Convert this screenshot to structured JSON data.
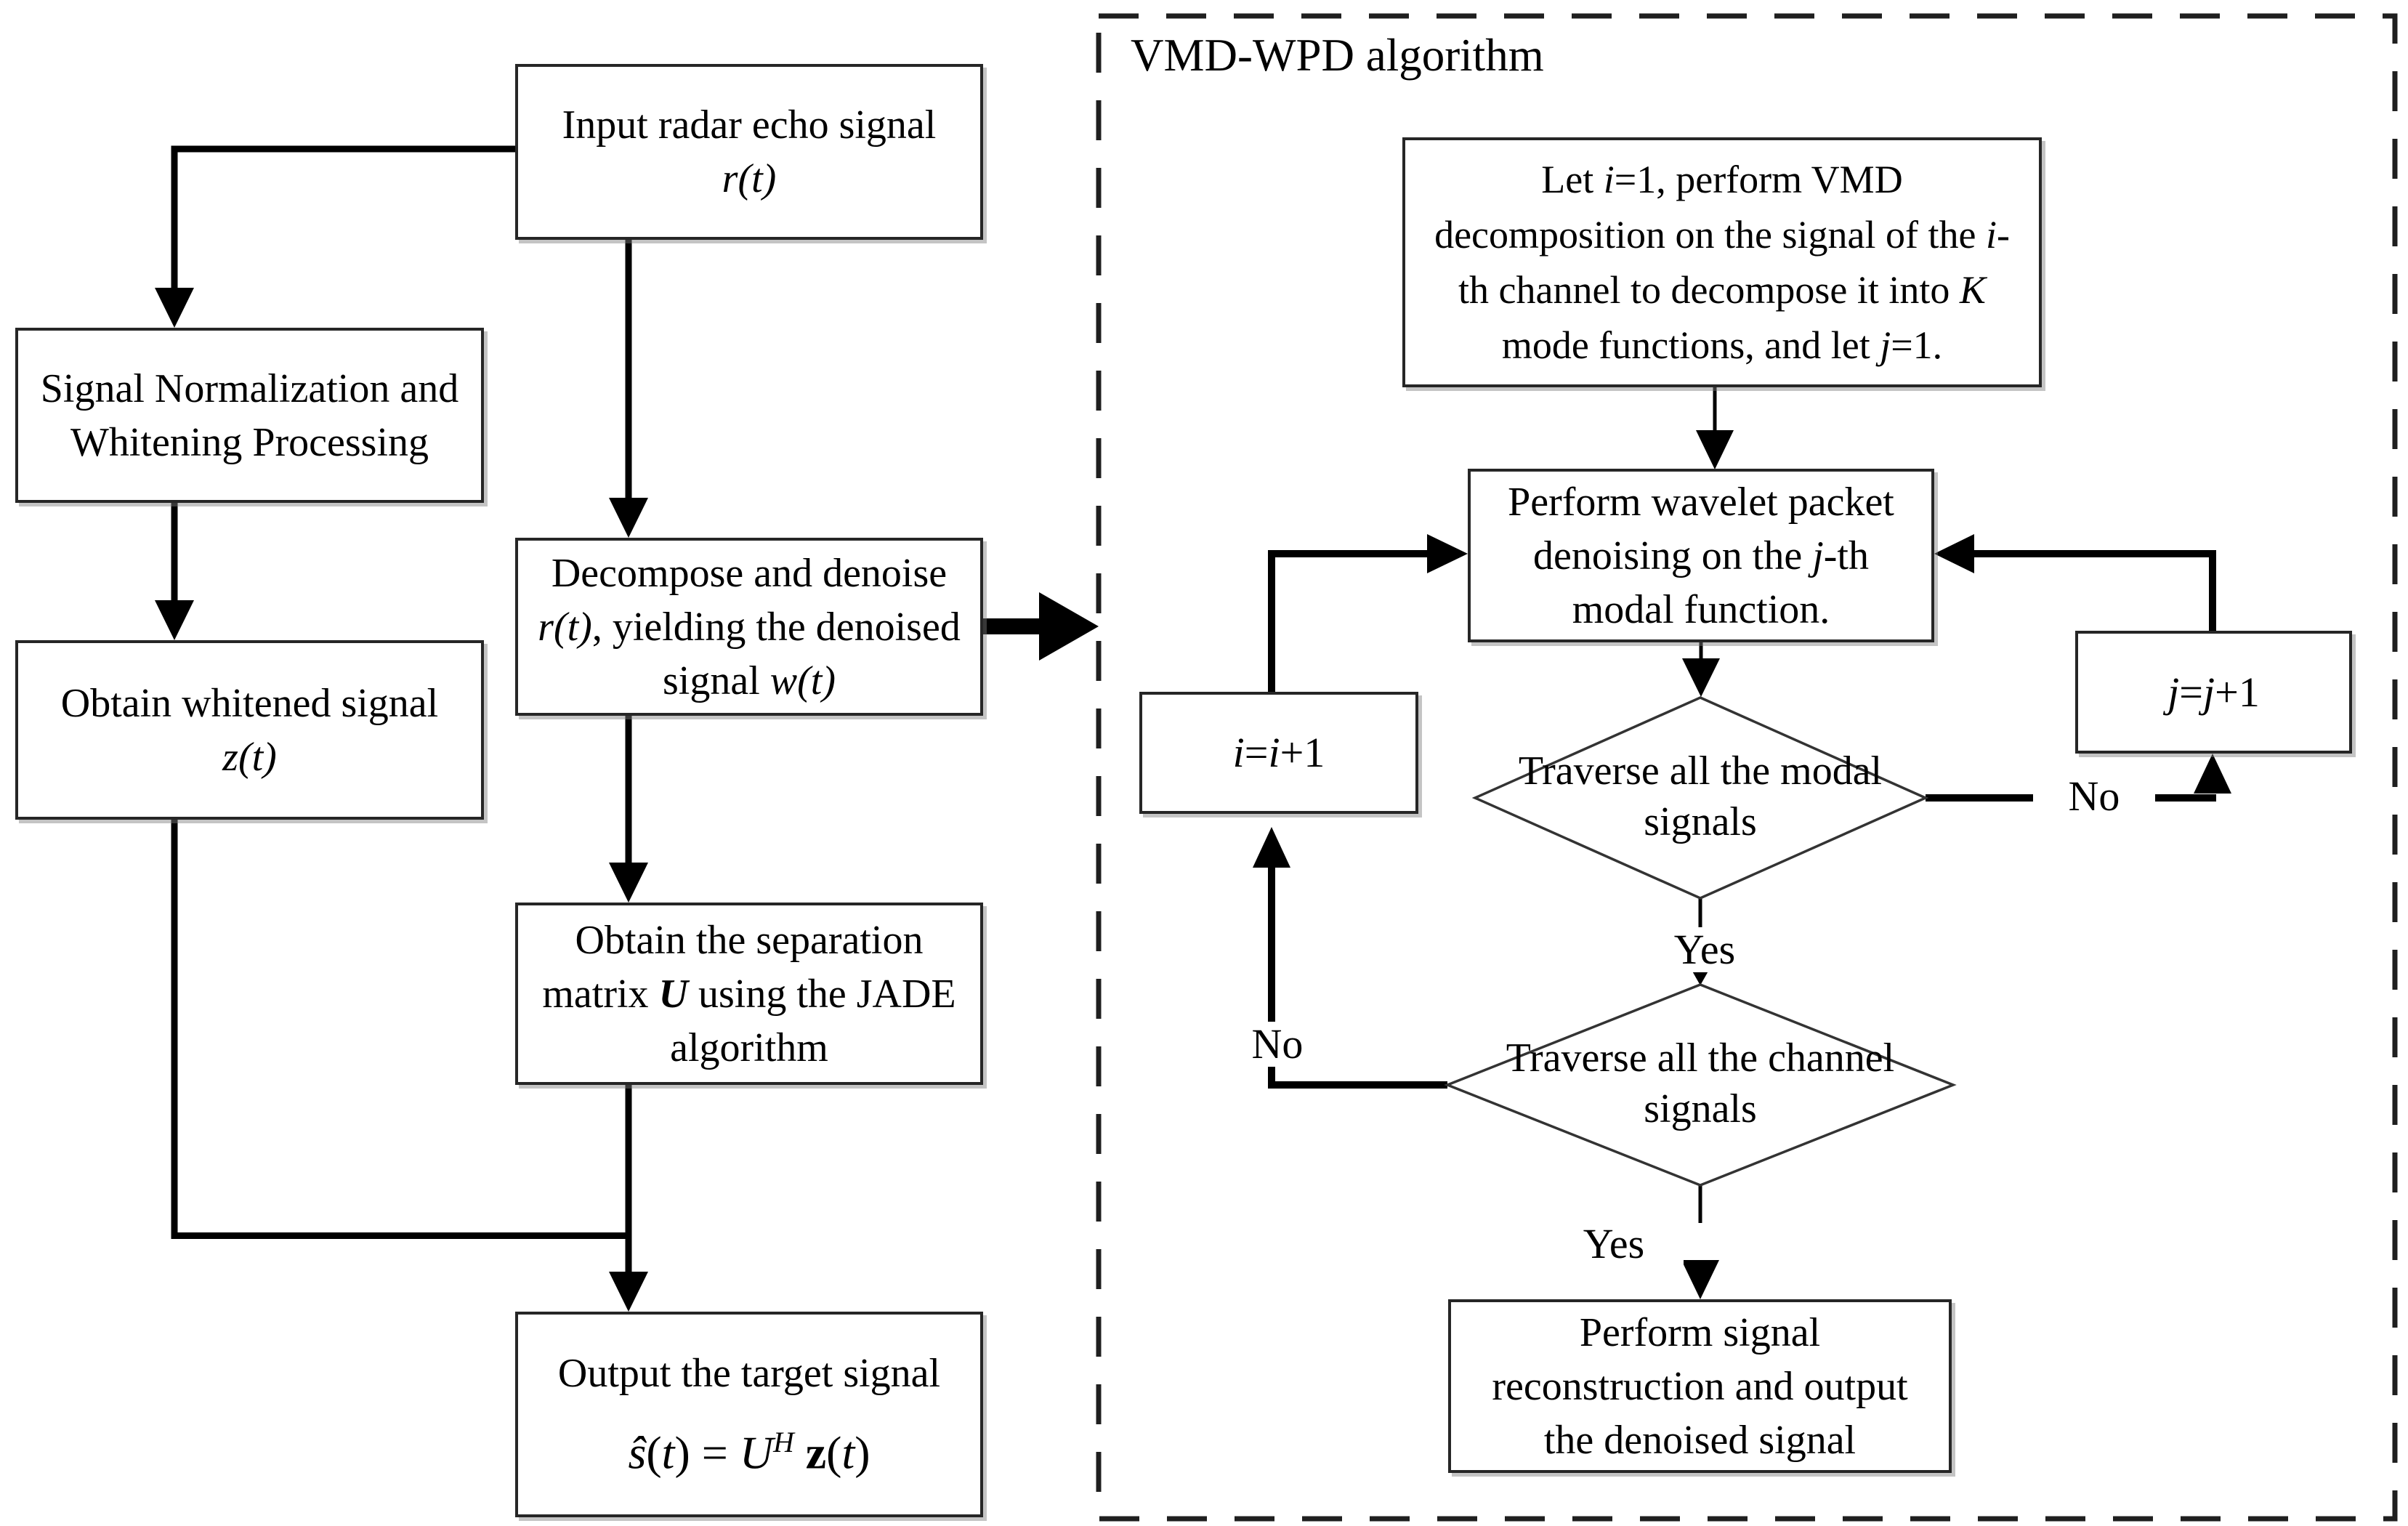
{
  "panel": {
    "title": "VMD-WPD algorithm"
  },
  "labels": {
    "yes_modal": "Yes",
    "yes_channel": "Yes",
    "no_modal": "No",
    "no_channel": "No"
  },
  "boxes": {
    "input": {
      "lines": [
        [
          [
            "n",
            "Input radar echo signal"
          ]
        ],
        [
          [
            "i",
            "r(t)"
          ]
        ]
      ]
    },
    "normalize": {
      "lines": [
        [
          [
            "n",
            "Signal Normalization and"
          ]
        ],
        [
          [
            "n",
            "Whitening Processing"
          ]
        ]
      ]
    },
    "whitened": {
      "lines": [
        [
          [
            "n",
            "Obtain whitened signal"
          ]
        ],
        [
          [
            "i",
            "z(t)"
          ]
        ]
      ]
    },
    "decompose": {
      "lines": [
        [
          [
            "n",
            "Decompose and denoise"
          ]
        ],
        [
          [
            "i",
            "r(t)"
          ],
          [
            "n",
            ", yielding the denoised"
          ]
        ],
        [
          [
            "n",
            "signal "
          ],
          [
            "i",
            "w(t)"
          ]
        ]
      ]
    },
    "jade": {
      "lines": [
        [
          [
            "n",
            "Obtain the separation"
          ]
        ],
        [
          [
            "n",
            "matrix "
          ],
          [
            "bi",
            "U"
          ],
          [
            "n",
            " using the JADE"
          ]
        ],
        [
          [
            "n",
            "algorithm"
          ]
        ]
      ]
    },
    "output": {
      "lines": [
        [
          [
            "n",
            "Output the target signal"
          ]
        ],
        [
          [
            "i",
            "ŝ"
          ],
          [
            "n",
            "("
          ],
          [
            "i",
            "t"
          ],
          [
            "n",
            ") = "
          ],
          [
            "i",
            "U"
          ],
          [
            "supi",
            "H"
          ],
          [
            "n",
            " "
          ],
          [
            "b",
            "z"
          ],
          [
            "n",
            "("
          ],
          [
            "i",
            "t"
          ],
          [
            "n",
            ")"
          ]
        ]
      ]
    },
    "vmd_init": {
      "lines": [
        [
          [
            "n",
            "Let "
          ],
          [
            "i",
            "i"
          ],
          [
            "n",
            "=1, perform VMD"
          ]
        ],
        [
          [
            "n",
            "decomposition on the signal of the "
          ],
          [
            "i",
            "i"
          ],
          [
            "n",
            "-"
          ]
        ],
        [
          [
            "n",
            "th channel to decompose it into "
          ],
          [
            "i",
            "K"
          ]
        ],
        [
          [
            "n",
            "mode functions, and let "
          ],
          [
            "i",
            "j"
          ],
          [
            "n",
            "=1."
          ]
        ]
      ]
    },
    "wavelet": {
      "lines": [
        [
          [
            "n",
            "Perform wavelet packet"
          ]
        ],
        [
          [
            "n",
            "denoising on the "
          ],
          [
            "i",
            "j"
          ],
          [
            "n",
            "-th"
          ]
        ],
        [
          [
            "n",
            "modal function."
          ]
        ]
      ]
    },
    "i_increment": {
      "lines": [
        [
          [
            "i",
            "i"
          ],
          [
            "n",
            "="
          ],
          [
            "i",
            "i"
          ],
          [
            "n",
            "+1"
          ]
        ]
      ]
    },
    "j_increment": {
      "lines": [
        [
          [
            "i",
            "j"
          ],
          [
            "n",
            "="
          ],
          [
            "i",
            "j"
          ],
          [
            "n",
            "+1"
          ]
        ]
      ]
    },
    "reconstruct": {
      "lines": [
        [
          [
            "n",
            "Perform signal"
          ]
        ],
        [
          [
            "n",
            "reconstruction and output"
          ]
        ],
        [
          [
            "n",
            "the denoised signal"
          ]
        ]
      ]
    }
  },
  "diamonds": {
    "modal": {
      "lines": [
        [
          [
            "n",
            "Traverse all the modal"
          ]
        ],
        [
          [
            "n",
            "signals"
          ]
        ]
      ]
    },
    "channel": {
      "lines": [
        [
          [
            "n",
            "Traverse all the channel"
          ]
        ],
        [
          [
            "n",
            "signals"
          ]
        ]
      ]
    }
  }
}
